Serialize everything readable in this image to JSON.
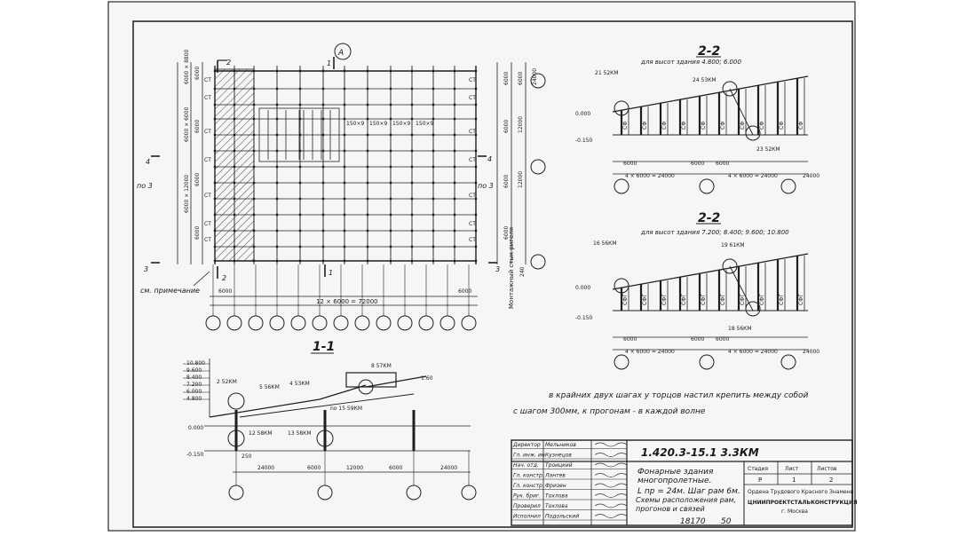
{
  "sheet": {
    "axis_mark": "А",
    "plan": {
      "section_marks": {
        "top_left": "2",
        "bottom_left": "2",
        "top_mid": "1",
        "bottom_mid": "1",
        "left_top": "4",
        "left_top_sub": "по 3",
        "left_bottom": "3",
        "right_top": "4",
        "right_top_sub": "по 3",
        "right_bottom": "3"
      },
      "top_dims": [
        "6000",
        "6000",
        "6000",
        "6000",
        "6000",
        "24000"
      ],
      "dims_mid": [
        "6000",
        "6000",
        "12000",
        "12000"
      ],
      "bottom_span": "12 × 6000 = 72000",
      "bottom_left_dim": "6000",
      "bottom_right_dim": "6000",
      "note_label": "см. примечание",
      "right_vertical_note": "Монтажный стык ригеля",
      "right_offset": "240",
      "cells": [
        "150×9",
        "150×9",
        "150×9",
        "150×9"
      ],
      "st_labels": [
        "СТ",
        "СТ",
        "СТ",
        "СТ",
        "СТ",
        "СТ",
        "СТ",
        "СТ",
        "СТ",
        "СТ",
        "СТ",
        "СТ"
      ]
    },
    "section_22_a": {
      "title": "2-2",
      "subtitle": "для высот здания 4.800; 6.000",
      "marks": [
        "21 52КМ",
        "24 53КМ",
        "23 52КМ"
      ],
      "levels": [
        "0.000",
        "-0.150"
      ],
      "frame_label": "СФ",
      "dims_top": [
        "6000",
        "6000",
        "6000"
      ],
      "dims_bottom": [
        "4 × 6000 = 24000",
        "4 × 6000 = 24000",
        "24000"
      ]
    },
    "section_22_b": {
      "title": "2-2",
      "subtitle": "для высот здания 7.200; 8.400; 9.600; 10.800",
      "marks": [
        "16 56КМ",
        "19 61КМ",
        "18 56КМ"
      ],
      "levels": [
        "0.000",
        "-0.150"
      ],
      "frame_label": "СФГ",
      "dims_top": [
        "6000",
        "6000",
        "6000"
      ],
      "dims_bottom": [
        "4 × 6000 = 24000",
        "4 × 6000 = 24000",
        "24000"
      ]
    },
    "section_11": {
      "title": "1-1",
      "levels_left": [
        "10.800",
        "9.600",
        "8.400",
        "7.200",
        "6.000",
        "4.800"
      ],
      "marks": [
        "2 52КМ",
        "5 56КМ",
        "4 53КМ",
        "8 57КМ",
        "no 15 59КМ",
        "12 58КМ",
        "13 58КМ"
      ],
      "level_zero": "0.000",
      "level_minus": "-0.150",
      "slope": "1:60",
      "dim_small": "250",
      "dims_bottom": [
        "24000",
        "6000",
        "12000",
        "6000",
        "24000"
      ]
    },
    "note_line1": "в крайних двух шагах у торцов настил крепить между собой",
    "note_line2": "с шагом 300мм, к прогонам - в каждой волне",
    "title_block": {
      "code": "1.420.3-15.1 3.3КМ",
      "people": [
        {
          "role": "Директор",
          "name": "Мельников"
        },
        {
          "role": "Гл. инж. ин.",
          "name": "Кузнецов"
        },
        {
          "role": "Нач. отд.",
          "name": "Троицкий"
        },
        {
          "role": "Гл. констр.",
          "name": "Лантев"
        },
        {
          "role": "Гл. констр.",
          "name": "Фризен"
        },
        {
          "role": "Рук. бриг.",
          "name": "Тохлова"
        },
        {
          "role": "Проверил",
          "name": "Тохлова"
        },
        {
          "role": "Исполнил",
          "name": "Подольский"
        }
      ],
      "description": [
        "Фонарные здания",
        "многопролетные.",
        "L пр = 24м. Шаг рам 6м.",
        "Схемы расположения рам,",
        "прогонов и связей"
      ],
      "stage_header": [
        "Стадия",
        "Лист",
        "Листов"
      ],
      "stage_values": [
        "Р",
        "1",
        "2"
      ],
      "org_line1": "Ордена Трудового Красного Знамени",
      "org_line2": "ЦНИИПРОЕКТСТАЛЬКОНСТРУКЦИЯ",
      "org_line3": "г. Москва",
      "sheet_no": "18170",
      "sheet_sub": "50"
    }
  }
}
